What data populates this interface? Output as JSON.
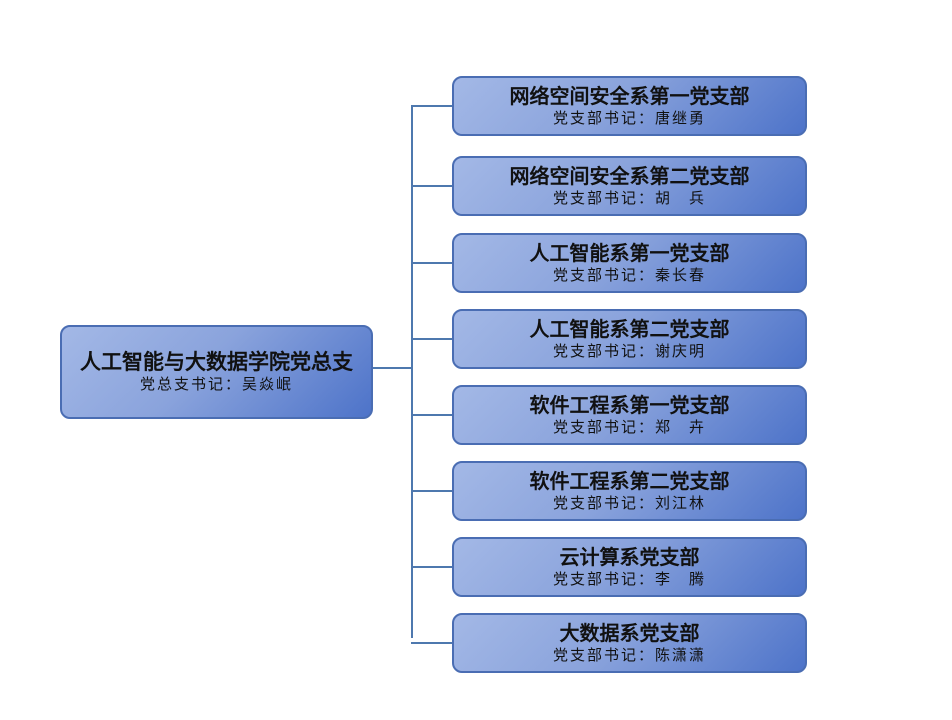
{
  "root": {
    "title": "人工智能与大数据学院党总支",
    "secretary": "党总支书记：吴焱岷"
  },
  "branches": [
    {
      "title": "网络空间安全系第一党支部",
      "secretary": "党支部书记：唐继勇"
    },
    {
      "title": "网络空间安全系第二党支部",
      "secretary": "党支部书记：胡　兵"
    },
    {
      "title": "人工智能系第一党支部",
      "secretary": "党支部书记：秦长春"
    },
    {
      "title": "人工智能系第二党支部",
      "secretary": "党支部书记：谢庆明"
    },
    {
      "title": "软件工程系第一党支部",
      "secretary": "党支部书记：郑　卉"
    },
    {
      "title": "软件工程系第二党支部",
      "secretary": "党支部书记：刘江林"
    },
    {
      "title": "云计算系党支部",
      "secretary": "党支部书记：李　腾"
    },
    {
      "title": "大数据系党支部",
      "secretary": "党支部书记：陈潇潇"
    }
  ],
  "colors": {
    "box_light": "#a3b8e6",
    "box_dark": "#4d73c9",
    "border": "#4a6db3",
    "connector": "#4e78ae"
  }
}
